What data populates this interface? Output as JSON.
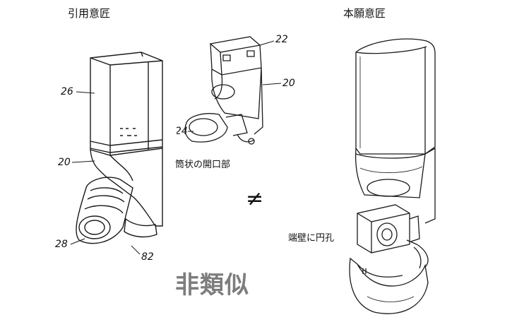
{
  "headings": {
    "cited_design": "引用意匠",
    "this_design": "本願意匠"
  },
  "annotations": {
    "cited_opening": "筒状の開口部",
    "design_end_wall": "端壁に円孔",
    "not_equal": "≠",
    "verdict": "非類似"
  },
  "reference_numerals": {
    "body": "26",
    "housing": "20",
    "mouthpiece": "28",
    "cap": "82",
    "detail_top": "22",
    "detail_housing": "20",
    "detail_opening": "24"
  },
  "colors": {
    "line": "#1a1a1a",
    "verdict_text": "#7d7d7d"
  }
}
